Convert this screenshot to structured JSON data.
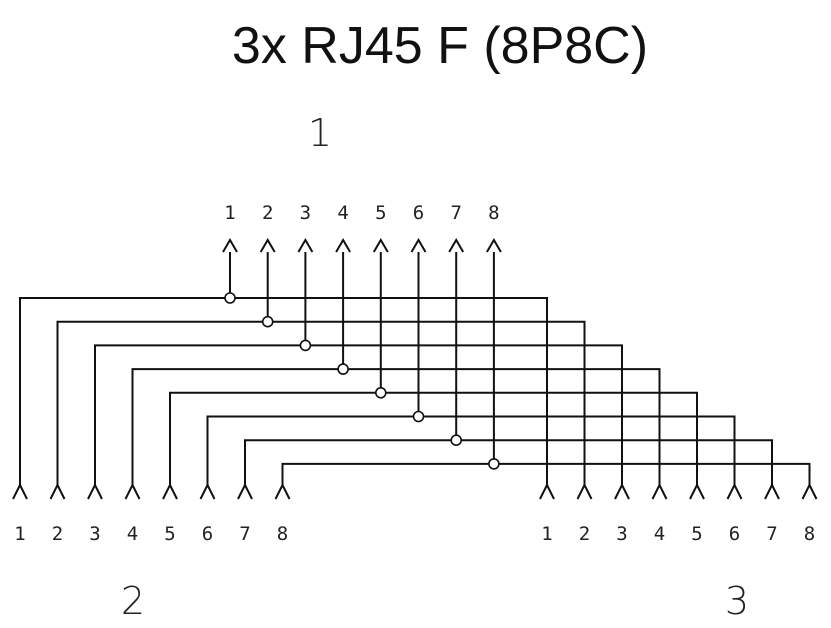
{
  "title": "3x RJ45 F (8P8C)",
  "ports": [
    {
      "label": "1",
      "pins": [
        "1",
        "2",
        "3",
        "4",
        "5",
        "6",
        "7",
        "8"
      ]
    },
    {
      "label": "2",
      "pins": [
        "1",
        "2",
        "3",
        "4",
        "5",
        "6",
        "7",
        "8"
      ]
    },
    {
      "label": "3",
      "pins": [
        "1",
        "2",
        "3",
        "4",
        "5",
        "6",
        "7",
        "8"
      ]
    }
  ]
}
